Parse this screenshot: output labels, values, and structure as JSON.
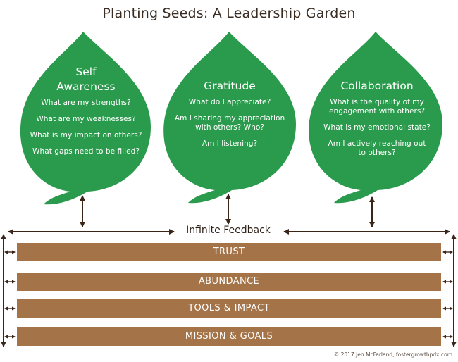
{
  "title": "Planting Seeds: A Leadership Garden",
  "leaves": [
    {
      "title_lines": [
        "Self",
        "Awareness"
      ],
      "questions": [
        "What are my strengths?",
        "What are my weaknesses?",
        "What is my impact on others?",
        "What gaps need to be filled?"
      ]
    },
    {
      "title_lines": [
        "Gratitude"
      ],
      "questions": [
        "What do I appreciate?",
        "Am I sharing my appreciation with others? Who?",
        "Am I listening?"
      ]
    },
    {
      "title_lines": [
        "Collaboration"
      ],
      "questions": [
        "What is the quality of my engagement with others?",
        "What is my emotional state?",
        "Am I actively reaching out to others?"
      ]
    }
  ],
  "feedback_label": "Infinite Feedback",
  "bars": [
    "TRUST",
    "ABUNDANCE",
    "TOOLS & IMPACT",
    "MISSION & GOALS"
  ],
  "copyright": "© 2017 Jen McFarland, fostergrowthpdx.com",
  "colors": {
    "leaf": "#2a9a4c",
    "bar": "#a47448",
    "arrow": "#3b2418",
    "text": "#3a2c22"
  }
}
